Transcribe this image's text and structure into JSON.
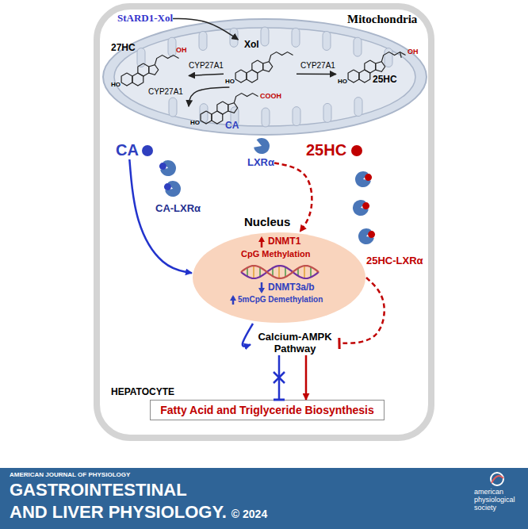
{
  "diagram": {
    "nodes": [
      {
        "text": [
          "HEPATOCYTE"
        ]
      },
      {
        "text": [
          "StARD1-Xol"
        ],
        "in": 0
      },
      {
        "text": [
          "Mitochondria"
        ],
        "in": 0
      },
      {
        "text": [
          "Xol",
          "HO"
        ],
        "in": 2
      },
      {
        "text": [
          "27HC",
          "OH",
          "HO"
        ],
        "in": 2
      },
      {
        "text": [
          "25HC",
          "OH",
          "HO"
        ],
        "in": 2
      },
      {
        "text": [
          "COOH",
          "HO",
          "CA"
        ],
        "in": 2
      },
      {
        "text": [
          "CA"
        ],
        "in": 0
      },
      {
        "text": [
          "LXRα"
        ],
        "in": 0
      },
      {
        "text": [
          "25HC"
        ],
        "in": 0
      },
      {
        "text": [
          "CA-LXRα"
        ],
        "in": 0
      },
      {
        "text": [
          "25HC-LXRα"
        ],
        "in": 0
      },
      {
        "text": [
          "Nucleus",
          "DNMT1",
          "CpG Methylation",
          "DNMT3a/b",
          "5mCpG Demethylation"
        ],
        "in": 0
      },
      {
        "text": [
          "Calcium-AMPK Pathway"
        ],
        "in": 0
      },
      {
        "text": [
          "Fatty Acid and Triglyceride Biosynthesis"
        ],
        "in": 0
      }
    ],
    "edges": [
      {
        "from": 1,
        "to": 3,
        "arrow": "to"
      },
      {
        "from": 3,
        "to": 4,
        "label": "CYP27A1",
        "arrow": "to"
      },
      {
        "from": 3,
        "to": 5,
        "label": "CYP27A1",
        "arrow": "to"
      },
      {
        "from": 3,
        "to": 6,
        "label": "CYP27A1",
        "arrow": "to"
      },
      {
        "from": 7,
        "to": 12,
        "arrow": "to"
      },
      {
        "from": 8,
        "to": 12,
        "arrow": "to"
      },
      {
        "from": 12,
        "to": 13,
        "arrow": "to"
      },
      {
        "from": 12,
        "to": 13,
        "arrow": "to"
      },
      {
        "from": 13,
        "to": 14,
        "arrow": "to"
      },
      {
        "from": 13,
        "to": 14,
        "arrow": "to"
      }
    ],
    "labels": [
      "AMERICAN JOURNAL OF PHYSIOLOGY",
      "GASTROINTESTINAL",
      "AND LIVER PHYSIOLOGY.",
      "© 2024",
      "american physiological society"
    ]
  }
}
